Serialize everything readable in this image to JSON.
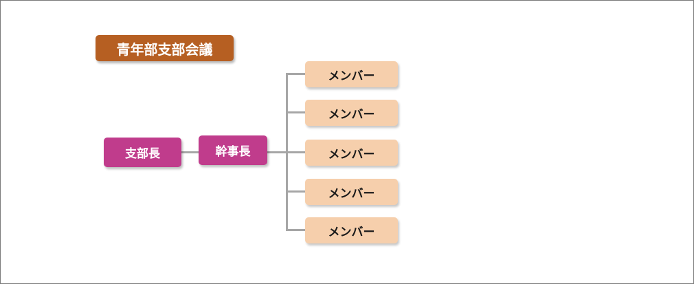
{
  "title": "青年部支部会議",
  "branch_head": "支部長",
  "secretary": "幹事長",
  "members": [
    "メンバー",
    "メンバー",
    "メンバー",
    "メンバー",
    "メンバー"
  ],
  "colors": {
    "title_bg": "#b65f22",
    "leader_bg": "#c03c8c",
    "member_bg": "#f6cfac",
    "connector": "#a6a6a6"
  }
}
